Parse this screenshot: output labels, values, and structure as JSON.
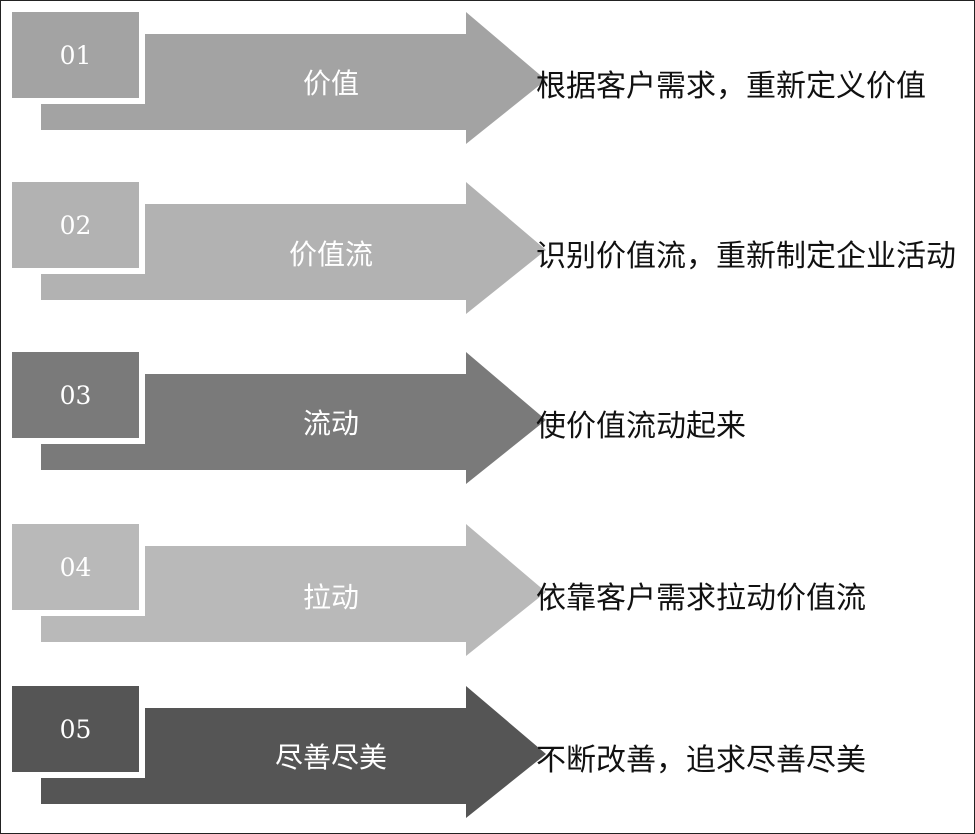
{
  "steps": [
    {
      "num": "01",
      "title": "价值",
      "desc": "根据客户需求，重新定义价值",
      "color": "#a3a3a3"
    },
    {
      "num": "02",
      "title": "价值流",
      "desc": "识别价值流，重新制定企业活动",
      "color": "#b2b2b2"
    },
    {
      "num": "03",
      "title": "流动",
      "desc": "使价值流动起来",
      "color": "#7a7a7a"
    },
    {
      "num": "04",
      "title": "拉动",
      "desc": "依靠客户需求拉动价值流",
      "color": "#b9b9b9"
    },
    {
      "num": "05",
      "title": "尽善尽美",
      "desc": "不断改善，追求尽善尽美",
      "color": "#555555"
    }
  ]
}
